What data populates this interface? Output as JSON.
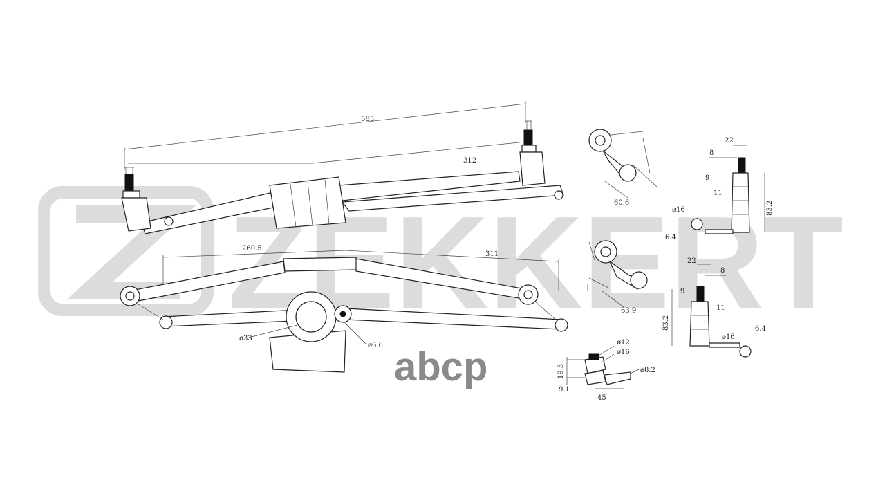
{
  "brand": {
    "watermark_text": "ZEKKERT",
    "watermark_color": "#dcdcdc",
    "store_text": "abcp",
    "store_color": "#8a8a8a"
  },
  "dimensions": {
    "overall_length": "585",
    "upper_segment": "312",
    "lower_left_segment": "260.5",
    "lower_right_segment": "311",
    "crank_upper": "60.6",
    "crank_lower": "63.9",
    "hub_diameter": "ø33",
    "pin_diameter": "ø6.6",
    "joint_d12": "ø12",
    "joint_d16": "ø16",
    "joint_d8_2": "ø8.2",
    "joint_h19_3": "19.3",
    "joint_h9_1": "9.1",
    "joint_w45": "45",
    "ball_top_w22": "22",
    "ball_top_w8": "8",
    "ball_top_h9": "9",
    "ball_top_h11": "11",
    "ball_top_h83_2": "83.2",
    "ball_top_d16": "ø16",
    "ball_top_t6_4": "6.4",
    "ball_bot_w22": "22",
    "ball_bot_w8": "8",
    "ball_bot_h9": "9",
    "ball_bot_h11": "11",
    "ball_bot_h83_2": "83.2",
    "ball_bot_d16": "ø16",
    "ball_bot_t6_4": "6.4"
  }
}
